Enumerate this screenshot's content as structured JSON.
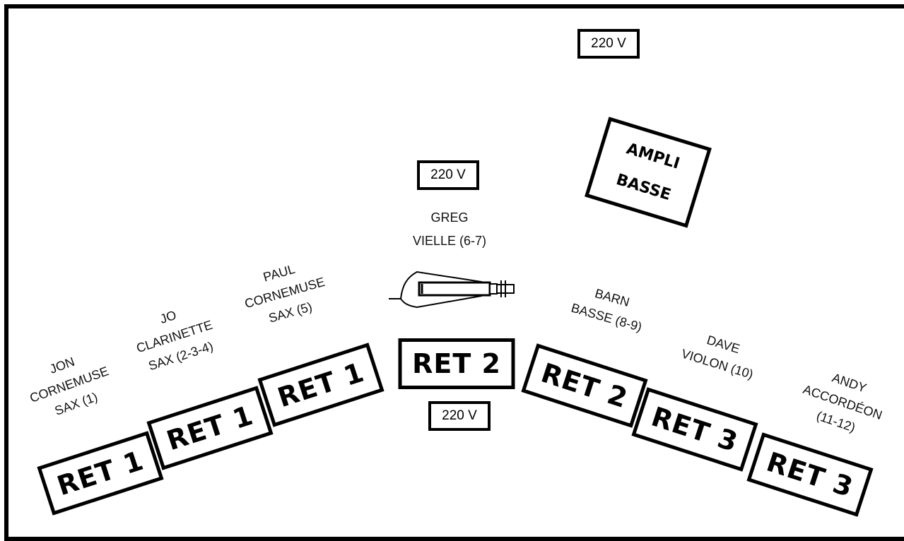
{
  "outlets": [
    "220 V",
    "220 V",
    "220 V"
  ],
  "monitors": [
    "RET 1",
    "RET 1",
    "RET 1",
    "RET 2",
    "RET 2",
    "RET 3",
    "RET 3"
  ],
  "amp": {
    "line1": "AMPLI",
    "line2": "BASSE"
  },
  "musicians": [
    {
      "name": "JON",
      "instrument": "CORNEMUSE",
      "channels": "SAX (1)"
    },
    {
      "name": "JO",
      "instrument": "CLARINETTE",
      "channels": "SAX (2-3-4)"
    },
    {
      "name": "PAUL",
      "instrument": "CORNEMUSE",
      "channels": "SAX (5)"
    },
    {
      "name": "GREG",
      "instrument": "VIELLE (6-7)"
    },
    {
      "name": "BARN",
      "instrument": "BASSE (8-9)"
    },
    {
      "name": "DAVE",
      "instrument": "VIOLON (10)"
    },
    {
      "name": "ANDY",
      "instrument": "ACCORDÉON",
      "channels": "(11-12)"
    }
  ]
}
